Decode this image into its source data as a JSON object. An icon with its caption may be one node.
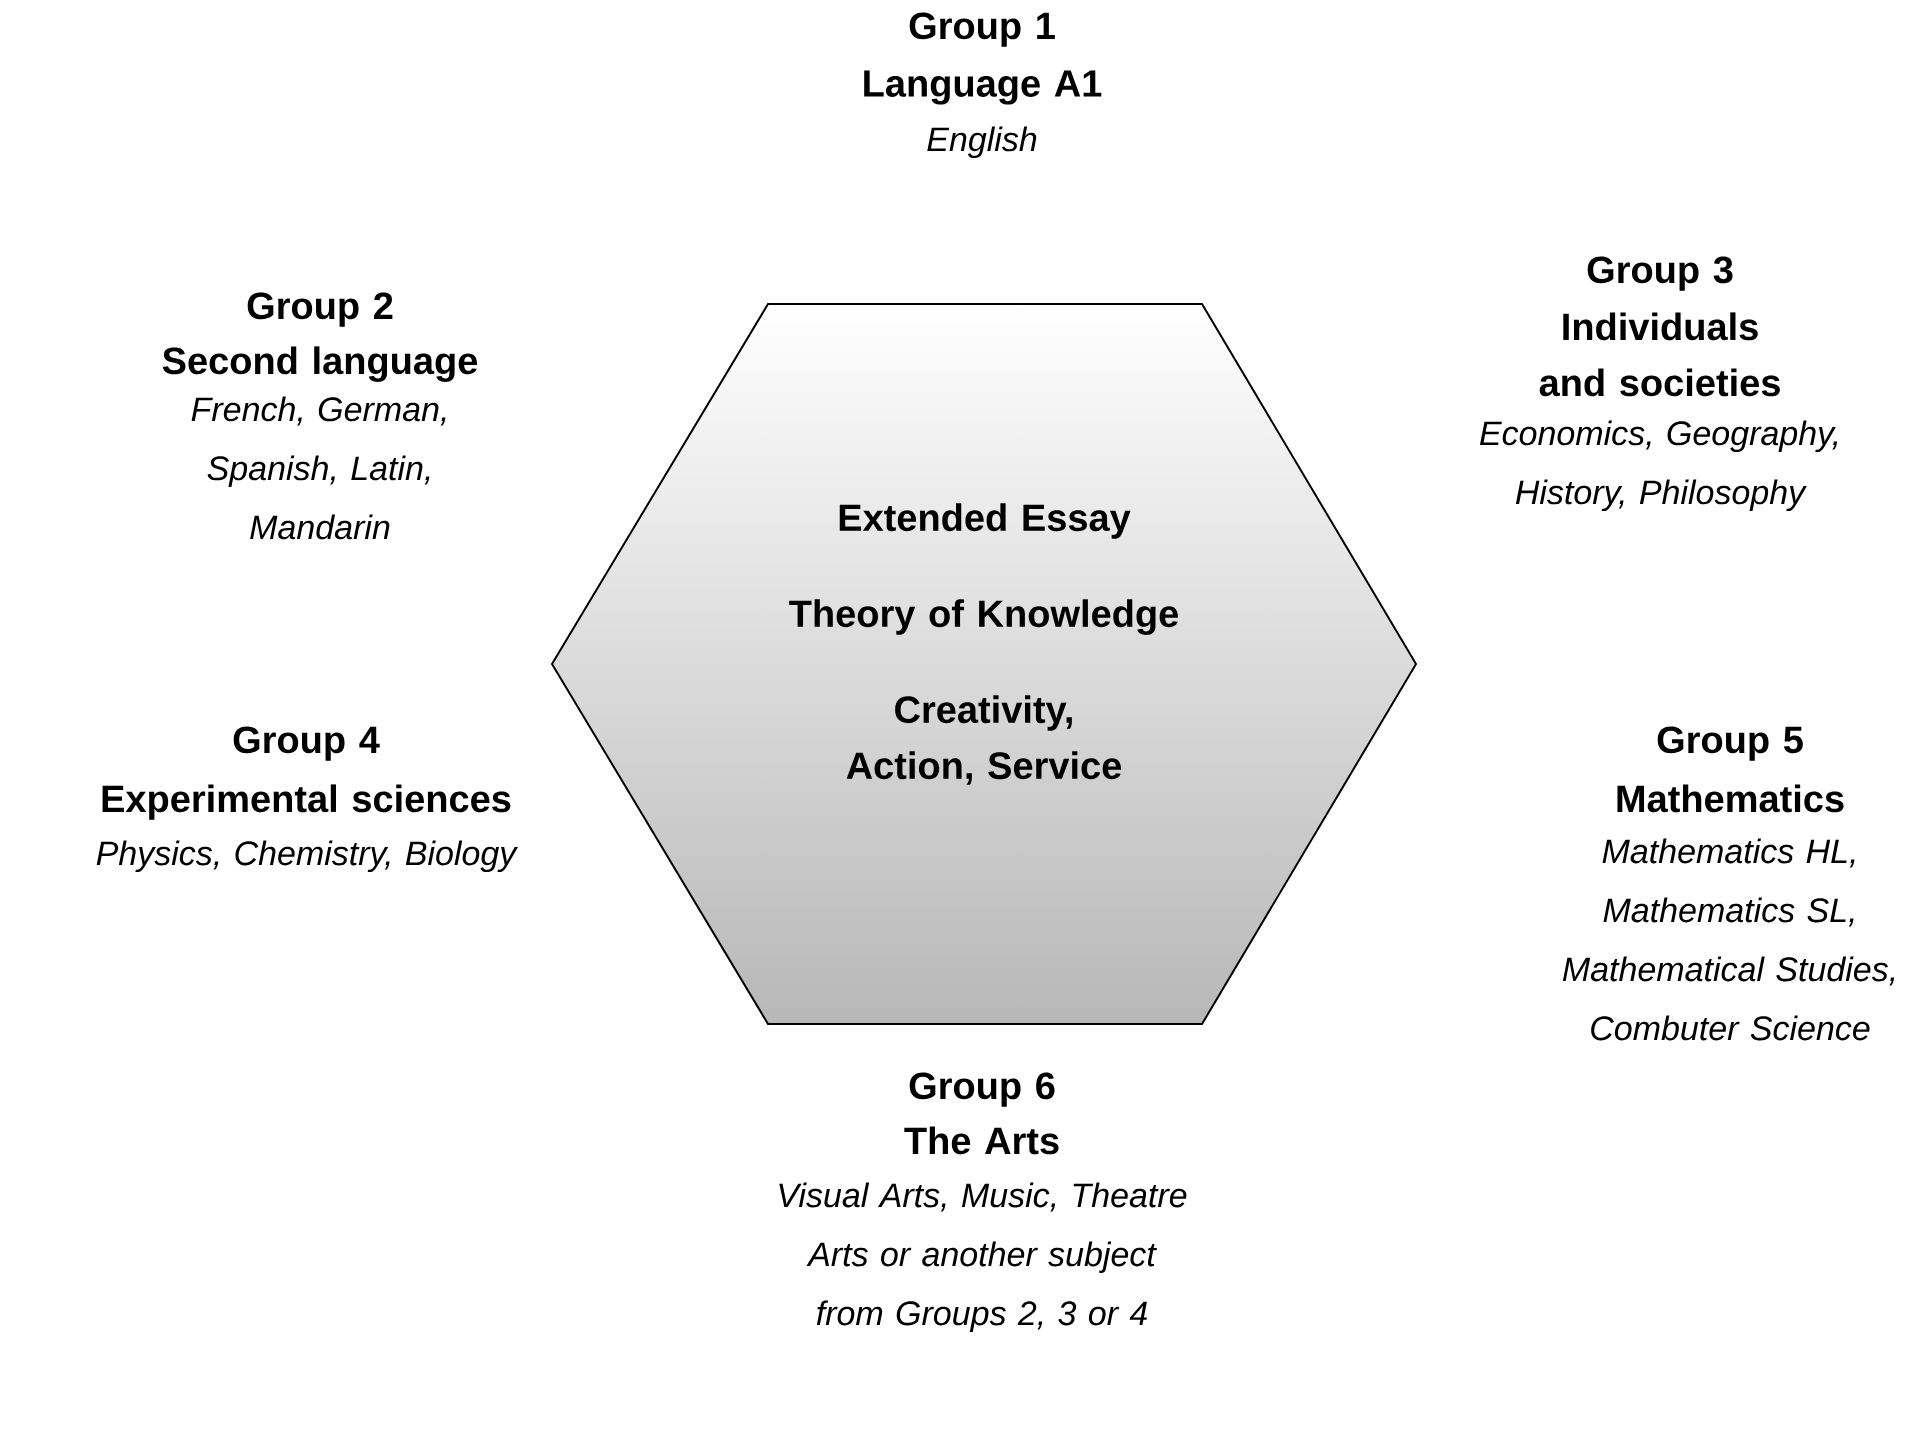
{
  "diagram": {
    "nodes": [
      {
        "text": [
          "Extended Essay",
          "Theory of Knowledge",
          "Creativity, Action, Service"
        ]
      }
    ],
    "labels": [
      "Group 1",
      "Language A1",
      "English",
      "Group 2",
      "Second language",
      "French, German, Spanish, Latin, Mandarin",
      "Group 3",
      "Individuals and societies",
      "Economics, Geography, History, Philosophy",
      "Group 4",
      "Experimental sciences",
      "Physics, Chemistry, Biology",
      "Group 5",
      "Mathematics",
      "Mathematics HL, Mathematics SL, Mathematical Studies, Combuter Science",
      "Group 6",
      "The Arts",
      "Visual Arts, Music, Theatre Arts or another subject from Groups 2, 3 or 4"
    ]
  }
}
